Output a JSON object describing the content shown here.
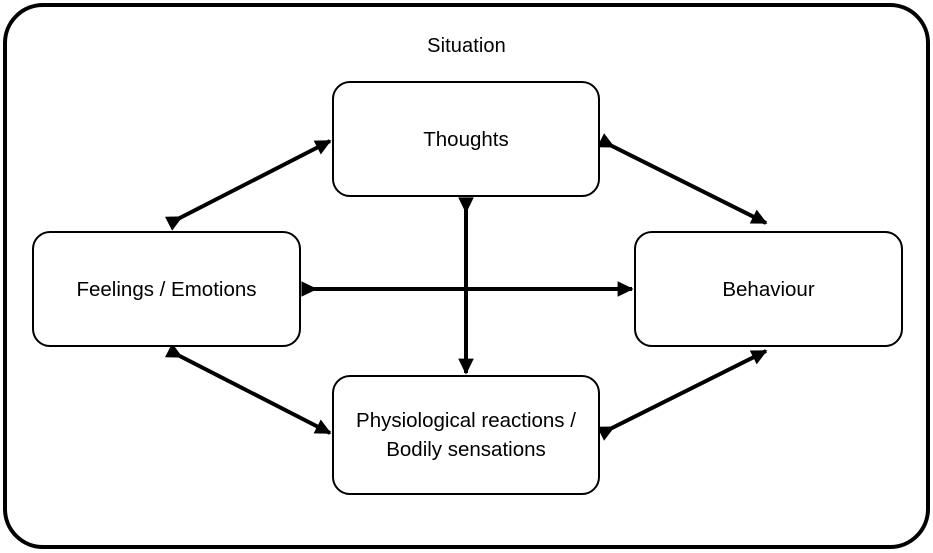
{
  "diagram": {
    "title": "Situation",
    "type": "cbt-cycle",
    "container_label": "Situation",
    "nodes": [
      {
        "id": "thoughts",
        "label": "Thoughts"
      },
      {
        "id": "feelings",
        "label": "Feelings / Emotions"
      },
      {
        "id": "behaviour",
        "label": "Behaviour"
      },
      {
        "id": "physiological",
        "label": "Physiological reactions /\nBodily sensations"
      }
    ],
    "connections": [
      {
        "id": "feelings-thoughts",
        "from": "feelings",
        "to": "thoughts",
        "style": "double-arrow"
      },
      {
        "id": "thoughts-behaviour",
        "from": "thoughts",
        "to": "behaviour",
        "style": "double-arrow"
      },
      {
        "id": "feelings-behaviour",
        "from": "feelings",
        "to": "behaviour",
        "style": "double-arrow"
      },
      {
        "id": "thoughts-physiological",
        "from": "thoughts",
        "to": "physiological",
        "style": "double-arrow"
      },
      {
        "id": "feelings-physiological",
        "from": "feelings",
        "to": "physiological",
        "style": "double-arrow"
      },
      {
        "id": "physiological-behaviour",
        "from": "physiological",
        "to": "behaviour",
        "style": "double-arrow"
      }
    ],
    "colors": {
      "stroke": "#000000",
      "background": "#ffffff",
      "text": "#000000"
    }
  }
}
